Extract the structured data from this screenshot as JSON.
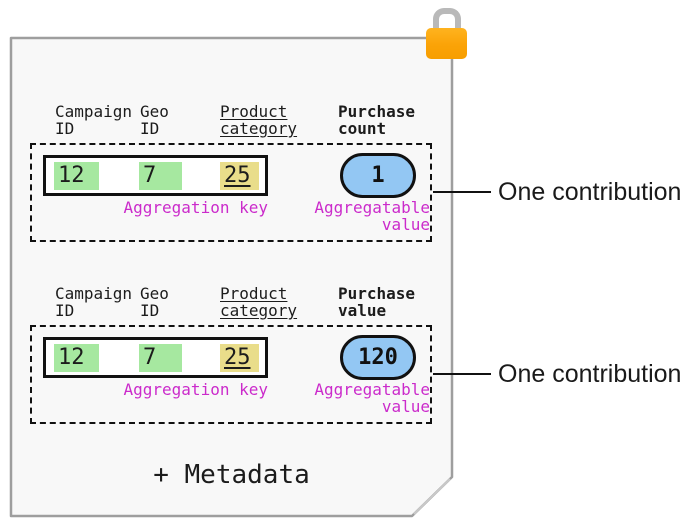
{
  "page": {
    "metadata_label": "+ Metadata",
    "fill_color": "#f8f8f8",
    "border_color": "#9e9e9e"
  },
  "icons": {
    "lock": "lock-icon"
  },
  "colors": {
    "key_green": "#a6e8a0",
    "key_yellow": "#e9dd8a",
    "value_blue": "#93c7f3",
    "label_magenta": "#cb2bcb",
    "lock_orange": "#fba307",
    "lock_shackle_gray": "#b9b9b9"
  },
  "sections": [
    {
      "headers": {
        "campaign": {
          "line1": "Campaign",
          "line2": "ID"
        },
        "geo": {
          "line1": "Geo",
          "line2": "ID"
        },
        "product": {
          "line1": "Product",
          "line2": "category"
        },
        "metric": {
          "line1": "Purchase",
          "line2": "count"
        }
      },
      "key_cells": {
        "campaign_id": "12",
        "geo_id": "7",
        "product_category": "25"
      },
      "aggregatable_value": "1",
      "aggregation_key_label": "Aggregation key",
      "aggregatable_value_label": {
        "line1": "Aggregatable",
        "line2": "value"
      },
      "annotation": "One contribution"
    },
    {
      "headers": {
        "campaign": {
          "line1": "Campaign",
          "line2": "ID"
        },
        "geo": {
          "line1": "Geo",
          "line2": "ID"
        },
        "product": {
          "line1": "Product",
          "line2": "category"
        },
        "metric": {
          "line1": "Purchase",
          "line2": "value"
        }
      },
      "key_cells": {
        "campaign_id": "12",
        "geo_id": "7",
        "product_category": "25"
      },
      "aggregatable_value": "120",
      "aggregation_key_label": "Aggregation key",
      "aggregatable_value_label": {
        "line1": "Aggregatable",
        "line2": "value"
      },
      "annotation": "One contribution"
    }
  ]
}
